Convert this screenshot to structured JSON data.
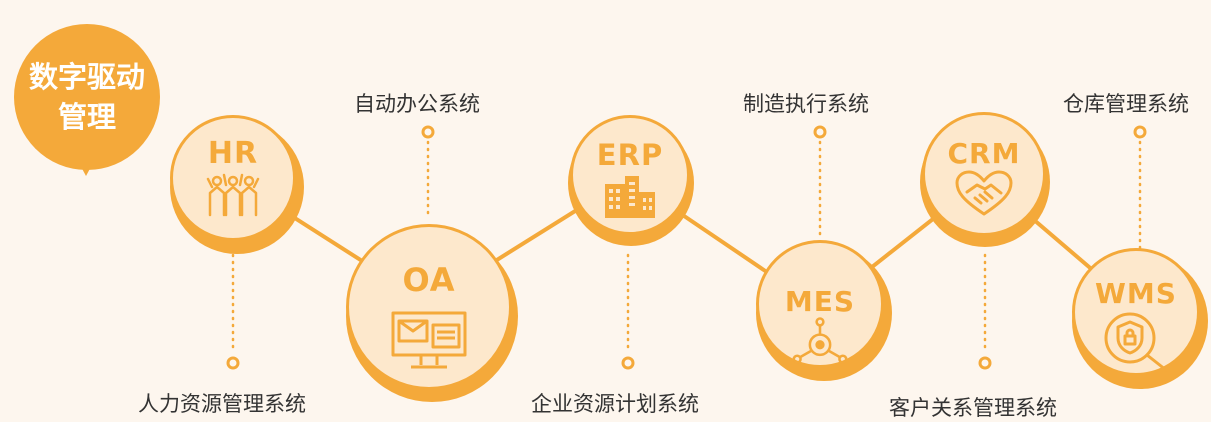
{
  "badge": {
    "line1": "数字驱动",
    "line2": "管理"
  },
  "nodes": {
    "hr": {
      "title": "HR",
      "label": "人力资源管理系统"
    },
    "oa": {
      "title": "OA",
      "label": "自动办公系统"
    },
    "erp": {
      "title": "ERP",
      "label": "企业资源计划系统"
    },
    "mes": {
      "title": "MES",
      "label": "制造执行系统"
    },
    "crm": {
      "title": "CRM",
      "label": "客户关系管理系统"
    },
    "wms": {
      "title": "WMS",
      "label": "仓库管理系统"
    }
  },
  "colors": {
    "accent": "#f4a93a",
    "node_fill": "#fde8cc",
    "background": "#fdf6ee",
    "text": "#333333"
  },
  "icons": {
    "hr": "team-people-icon",
    "oa": "computer-monitor-icon",
    "erp": "buildings-icon",
    "mes": "hub-network-icon",
    "crm": "handshake-heart-icon",
    "wms": "shield-magnifier-icon"
  }
}
